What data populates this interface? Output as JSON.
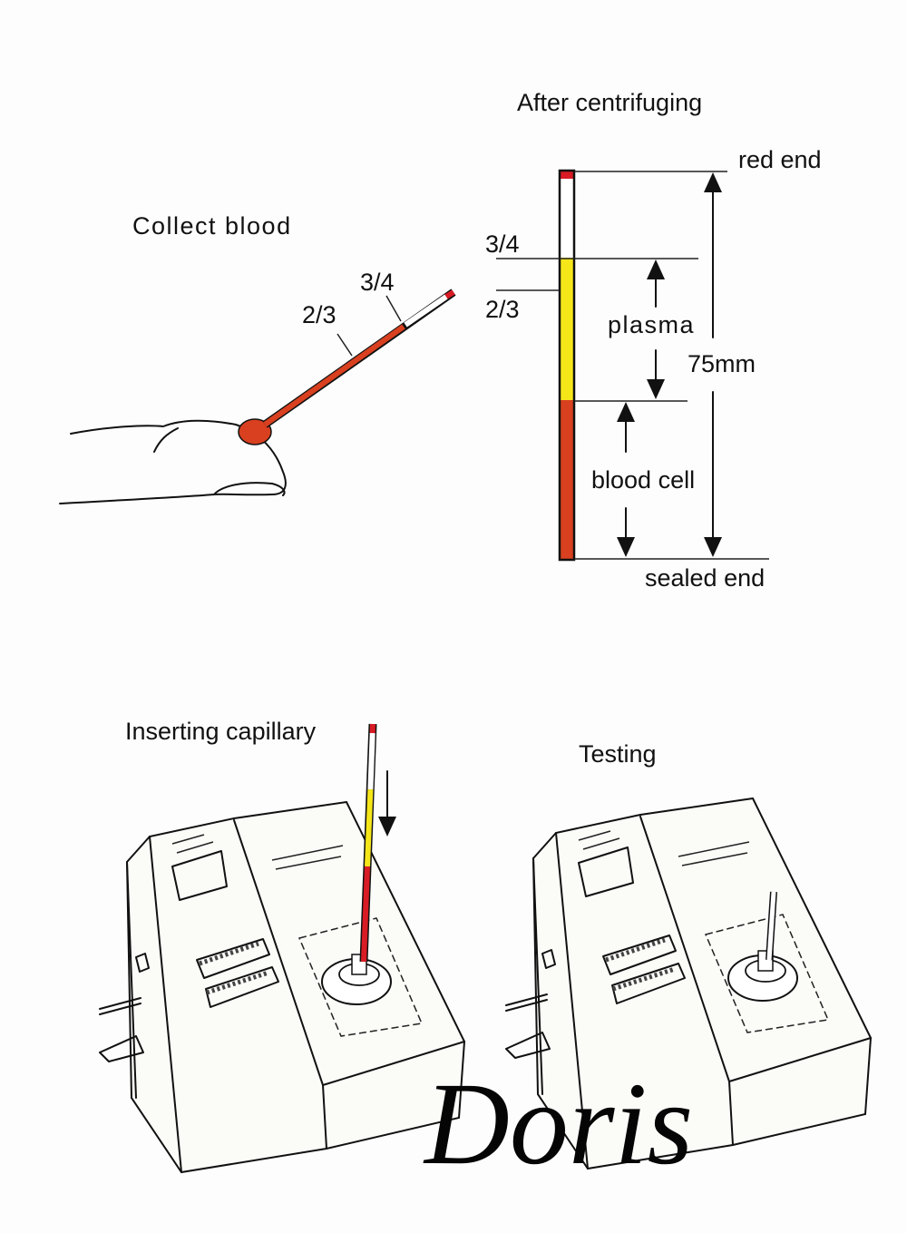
{
  "collect": {
    "title": "Collect blood",
    "mark_23": "2/3",
    "mark_34": "3/4"
  },
  "centrifuge": {
    "title": "After centrifuging",
    "red_end": "red end",
    "sealed_end": "sealed end",
    "mark_34": "3/4",
    "mark_23": "2/3",
    "plasma": "plasma",
    "blood_cell": "blood cell",
    "length": "75mm"
  },
  "inserting": {
    "title": "Inserting capillary"
  },
  "testing": {
    "title": "Testing"
  },
  "signature": "Doris",
  "colors": {
    "blood": "#d9401f",
    "plasma": "#f5e61a",
    "cap": "#d81b24"
  }
}
